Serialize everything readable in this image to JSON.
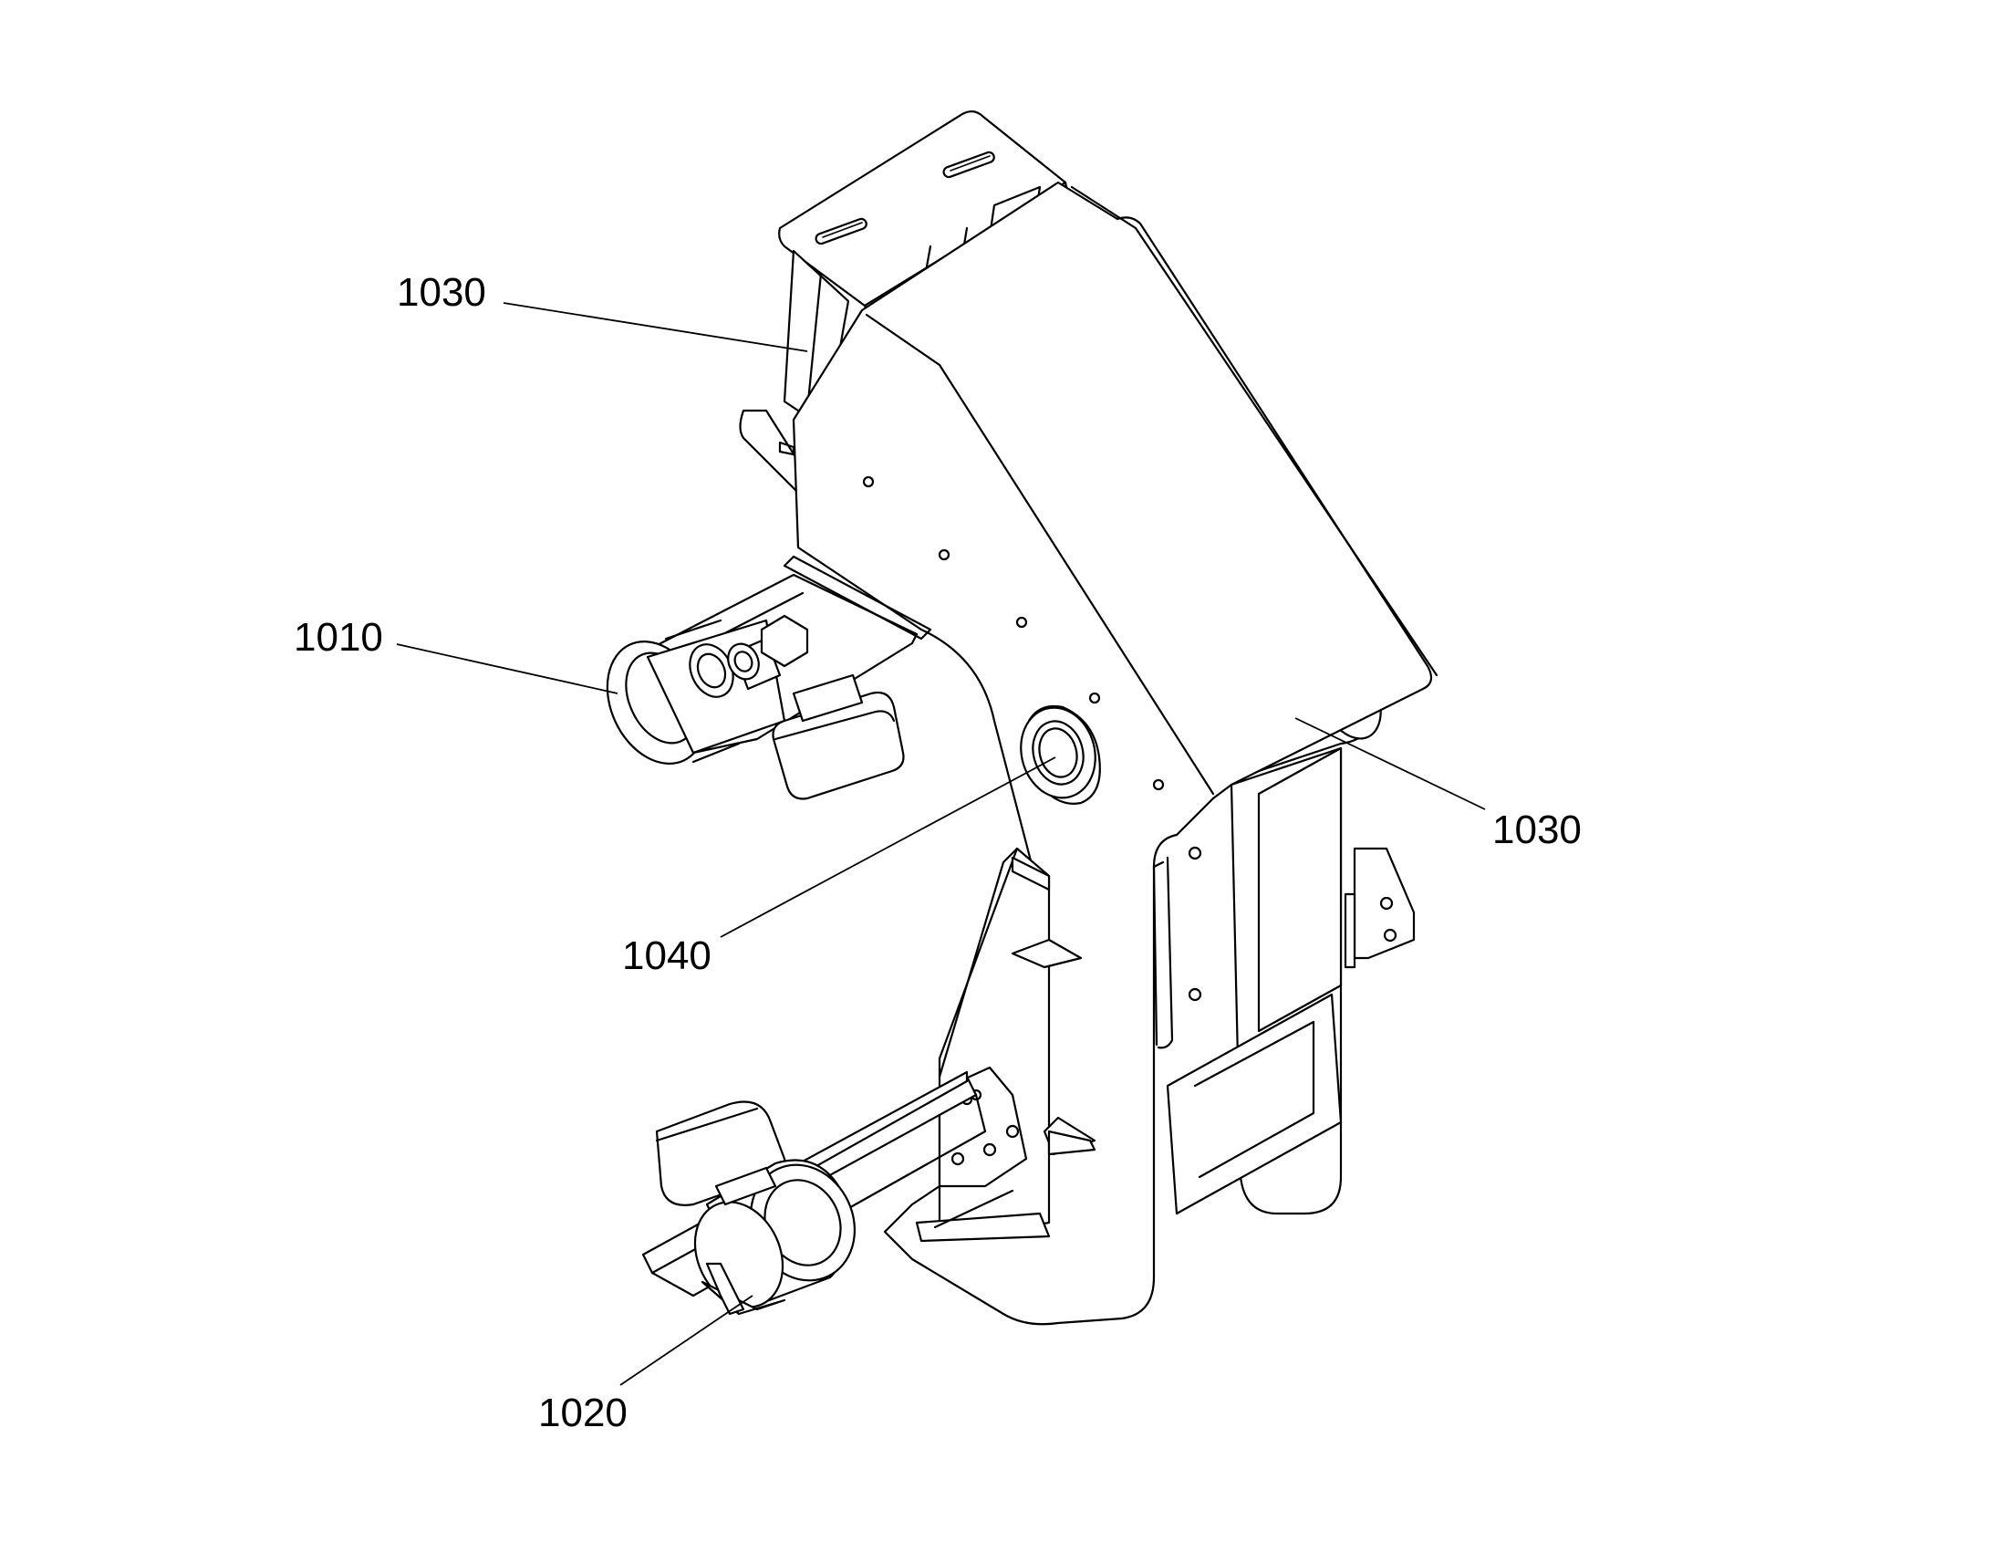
{
  "figure": {
    "callouts": [
      {
        "id": "c1030a",
        "text": "1030"
      },
      {
        "id": "c1010",
        "text": "1010"
      },
      {
        "id": "c1040",
        "text": "1040"
      },
      {
        "id": "c1030b",
        "text": "1030"
      },
      {
        "id": "c1020",
        "text": "1020"
      }
    ]
  }
}
